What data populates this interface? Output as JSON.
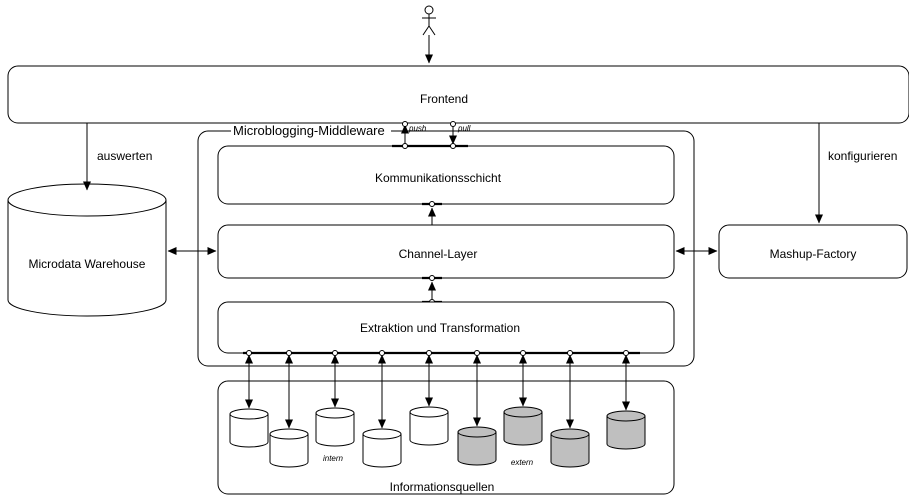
{
  "diagram": {
    "frontend": "Frontend",
    "middleware": "Microblogging-Middleware",
    "kommunikation": "Kommunikationsschicht",
    "channel": "Channel-Layer",
    "extraktion": "Extraktion und Transformation",
    "warehouse": "Microdata Warehouse",
    "mashup": "Mashup-Factory",
    "quellen": "Informationsquellen",
    "auswerten": "auswerten",
    "konfigurieren": "konfigurieren",
    "push": "push",
    "pull": "pull",
    "intern": "intern",
    "extern": "extern"
  },
  "colors": {
    "internal_source_fill": "#ffffff",
    "external_source_fill": "#bfbfbf"
  }
}
